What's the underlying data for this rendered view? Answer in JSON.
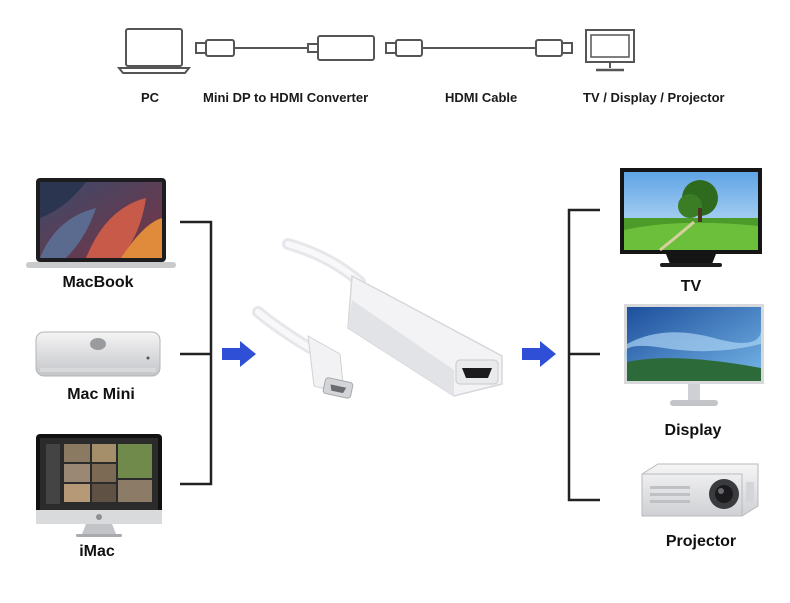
{
  "top_row": {
    "pc_label": "PC",
    "converter_label": "Mini DP to HDMI Converter",
    "cable_label": "HDMI Cable",
    "display_label": "TV / Display / Projector"
  },
  "sources": {
    "macbook": "MacBook",
    "mac_mini": "Mac Mini",
    "imac": "iMac"
  },
  "outputs": {
    "tv": "TV",
    "display": "Display",
    "projector": "Projector"
  },
  "colors": {
    "arrow": "#2f4fd6",
    "bracket": "#222222",
    "outline": "#555555"
  }
}
